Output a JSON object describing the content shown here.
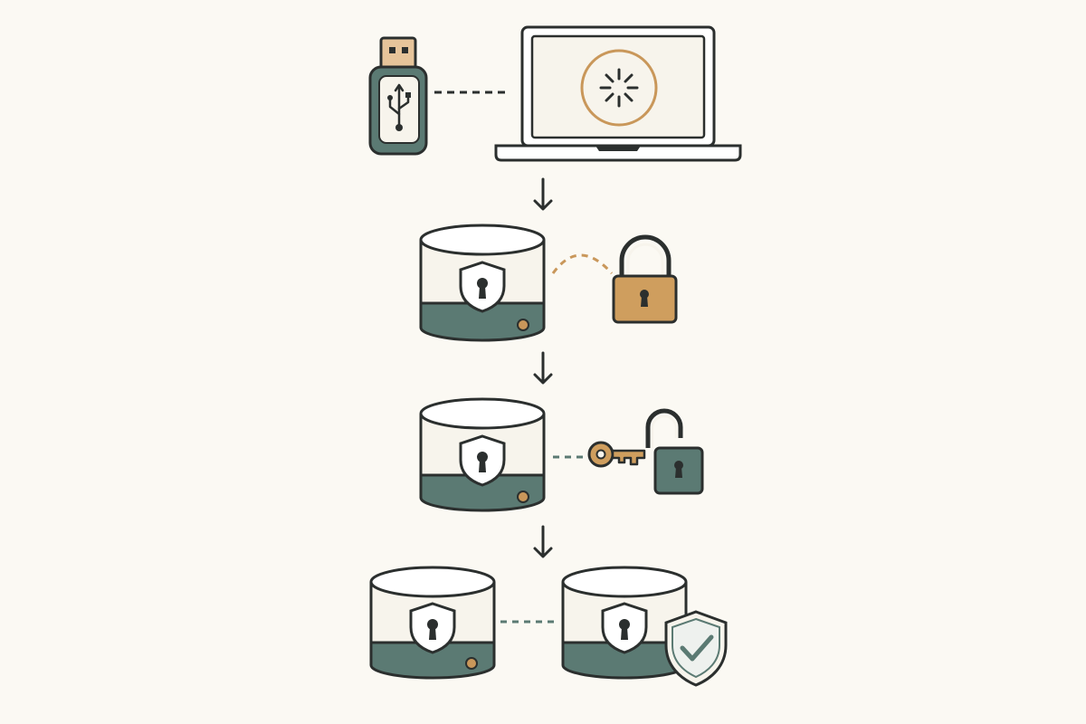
{
  "diagram": {
    "type": "process-flow",
    "steps": [
      {
        "name": "boot-from-usb",
        "icons": [
          "usb-drive-icon",
          "laptop-icon",
          "boot-spinner-icon"
        ]
      },
      {
        "name": "locked-encrypted-drive",
        "icons": [
          "drive-icon",
          "shield-keyhole-icon",
          "padlock-locked-icon"
        ]
      },
      {
        "name": "unlock-drive-with-key",
        "icons": [
          "drive-icon",
          "shield-keyhole-icon",
          "key-icon",
          "padlock-unlocked-icon"
        ]
      },
      {
        "name": "verified-drive-pair",
        "icons": [
          "drive-icon",
          "drive-icon",
          "shield-check-icon"
        ]
      }
    ],
    "connectors": [
      "dashed-line",
      "down-arrow"
    ]
  },
  "colors": {
    "background": "#fbf9f3",
    "ink": "#2b2f2e",
    "panel": "#f7f4ec",
    "teal": "#5b7a73",
    "gold": "#c9975a",
    "gold_fill": "#cf9e5e"
  }
}
